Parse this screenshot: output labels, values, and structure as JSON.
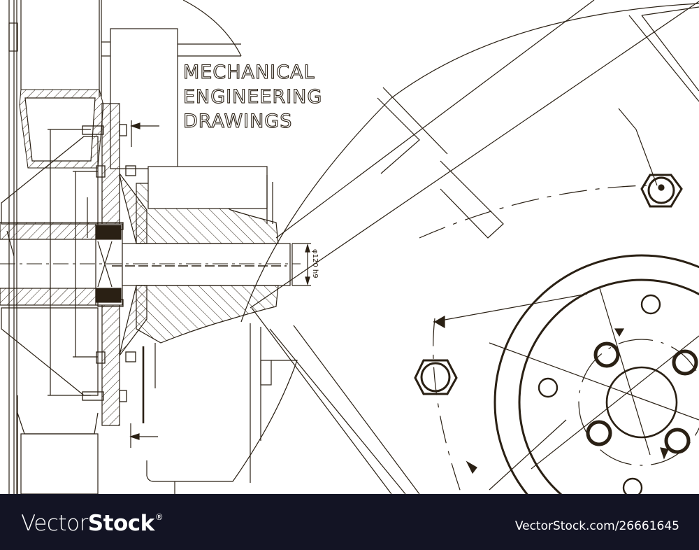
{
  "drawing": {
    "title_lines": [
      "MECHANICAL",
      "ENGINEERING",
      "DRAWINGS"
    ],
    "dimension_label": "φ120 h9",
    "line_color": "#2a2014",
    "background_color": "#ffffff"
  },
  "footer": {
    "brand_light": "Vector",
    "brand_bold": "Stock",
    "brand_mark": "®",
    "stock_id": "VectorStock.com/26661645",
    "background_color": "#131424"
  }
}
